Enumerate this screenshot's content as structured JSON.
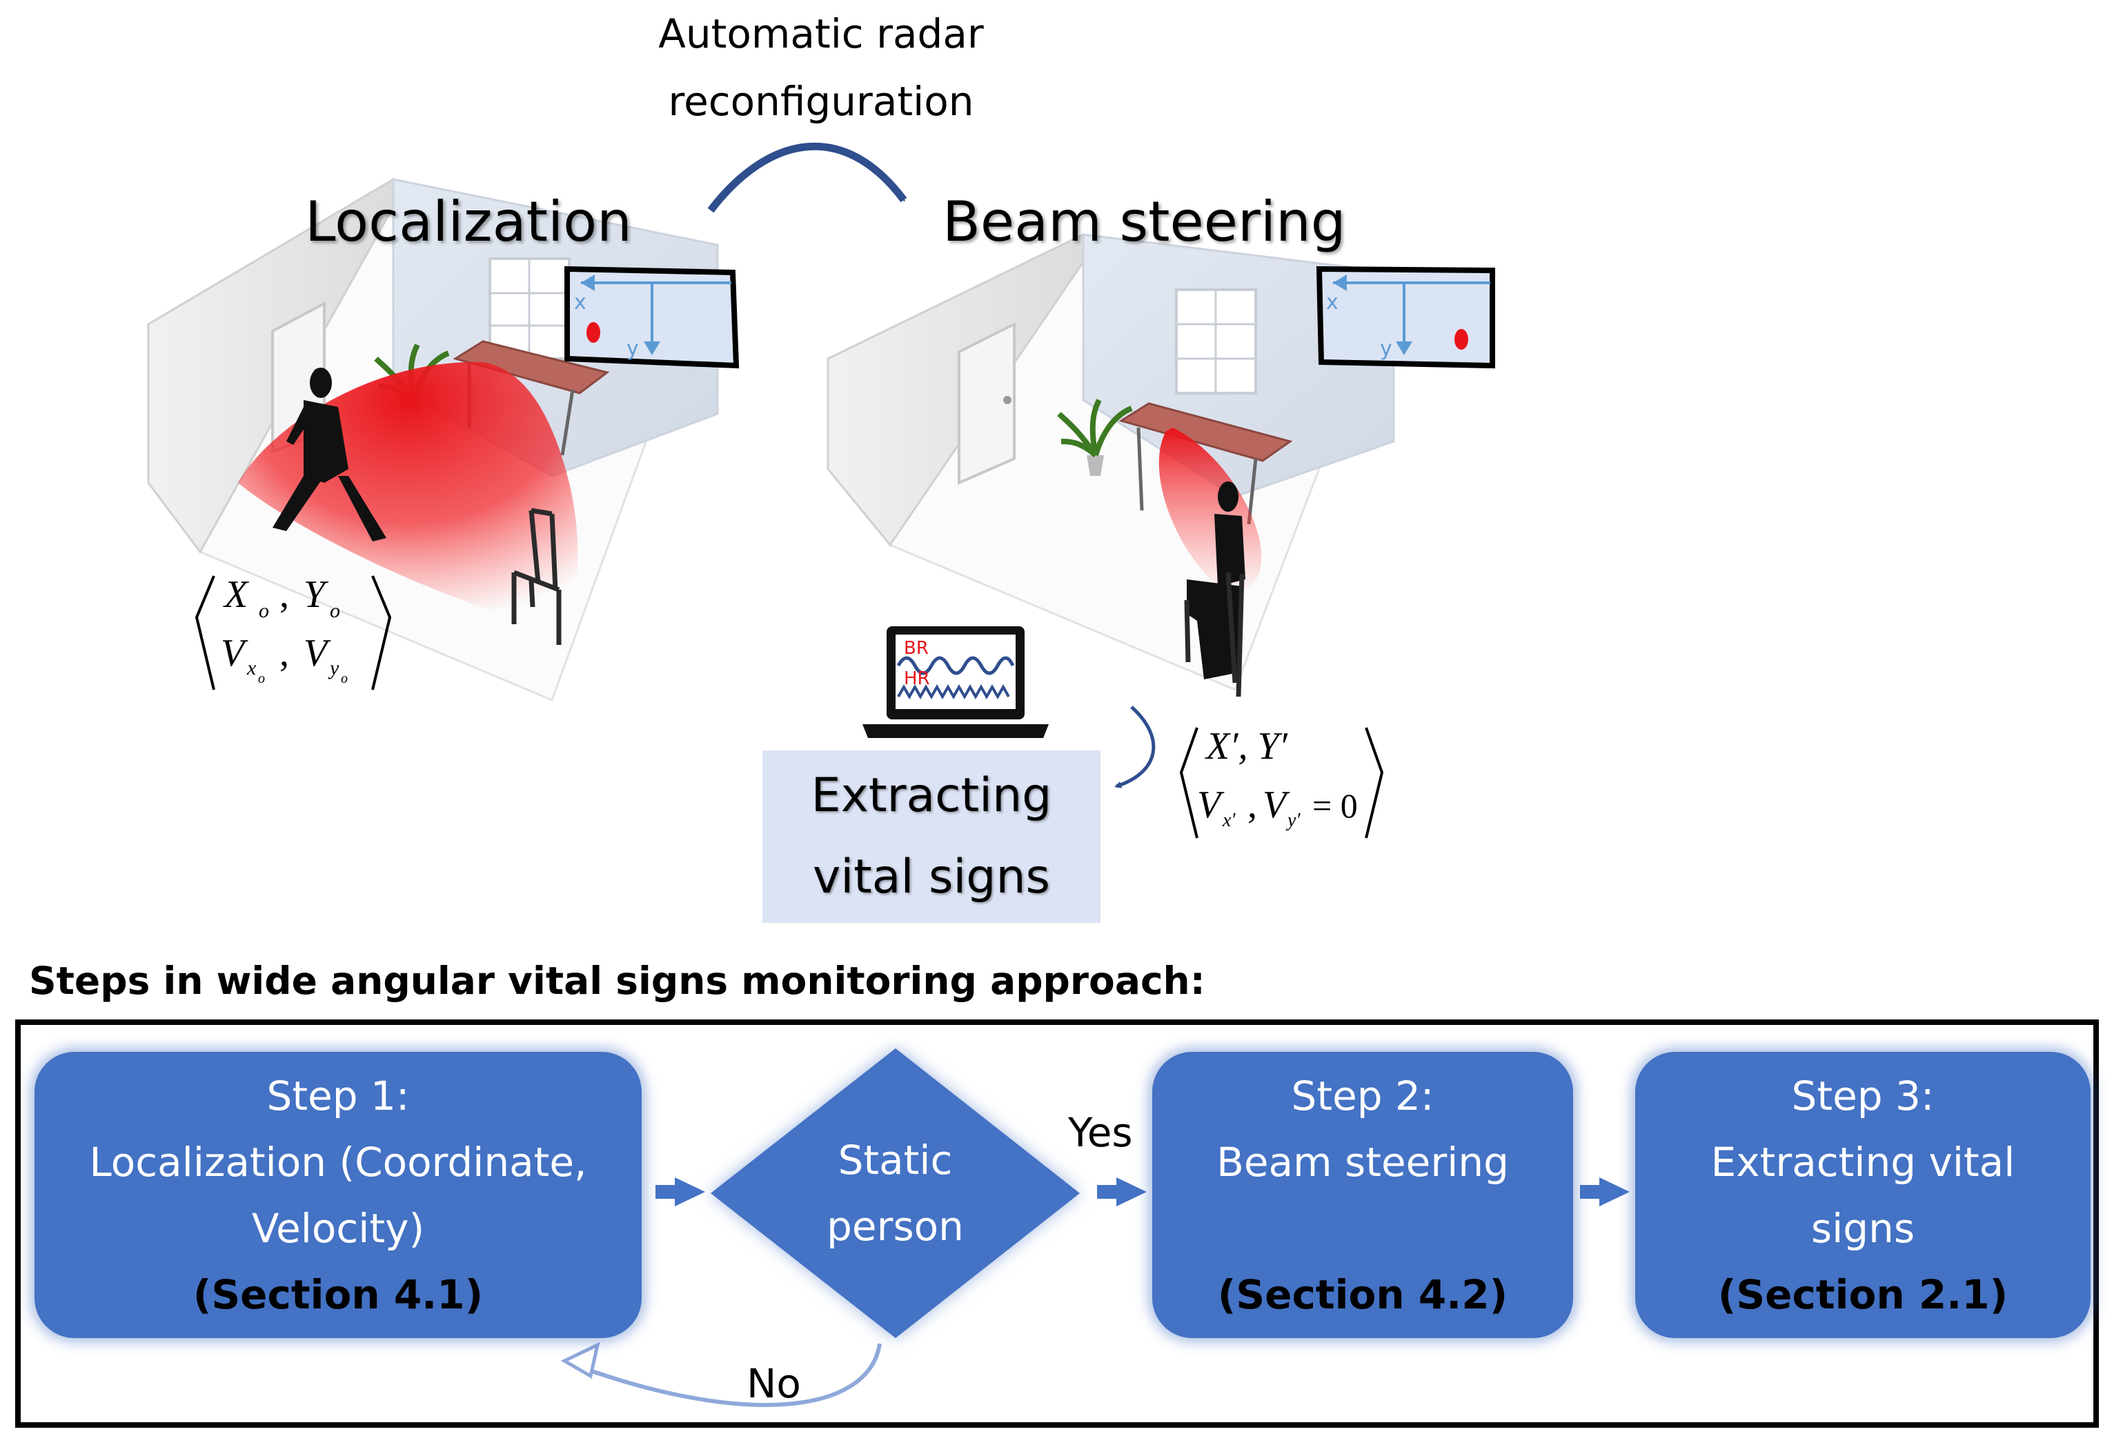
{
  "top": {
    "arrow_label_line1": "Automatic radar",
    "arrow_label_line2": "reconfiguration",
    "localization_title": "Localization",
    "beam_title": "Beam steering",
    "axis_x": "x",
    "axis_y": "y",
    "laptop_br": "BR",
    "laptop_hr": "HR",
    "extract_line1": "Extracting",
    "extract_line2": "vital signs"
  },
  "formulas": {
    "initial": {
      "line1_X": "X",
      "line1_X_sub": "o",
      "line1_Y": "Y",
      "line1_Y_sub": "o",
      "line2_V": "V",
      "line2_Vx_sub": "x",
      "line2_Vx_subsub": "o",
      "line2_Vy_sub": "y",
      "line2_Vy_subsub": "o"
    },
    "final": {
      "line1": "X′, Y′",
      "line2_V": "V",
      "line2_Vx_sub": "x′",
      "line2_Vy_sub": "y′",
      "line2_eq": "= 0"
    }
  },
  "flow": {
    "heading": "Steps in wide angular vital signs monitoring approach:",
    "step1": {
      "line1": "Step 1:",
      "line2": "Localization (Coordinate,",
      "line3": "Velocity)",
      "section": "(Section 4.1)"
    },
    "decision": {
      "line1": "Static",
      "line2": "person"
    },
    "yes_label": "Yes",
    "no_label": "No",
    "step2": {
      "line1": "Step 2:",
      "line2": "Beam steering",
      "section": "(Section 4.2)"
    },
    "step3": {
      "line1": "Step 3:",
      "line2": "Extracting vital",
      "line3": "signs",
      "section": "(Section 2.1)"
    }
  },
  "colors": {
    "step_fill": "#4472c4",
    "arrow_dark": "#2f4e8e",
    "radar_beam": "#e8141a",
    "extract_box": "#dbe3f4",
    "no_arrow": "#8fa8da"
  }
}
